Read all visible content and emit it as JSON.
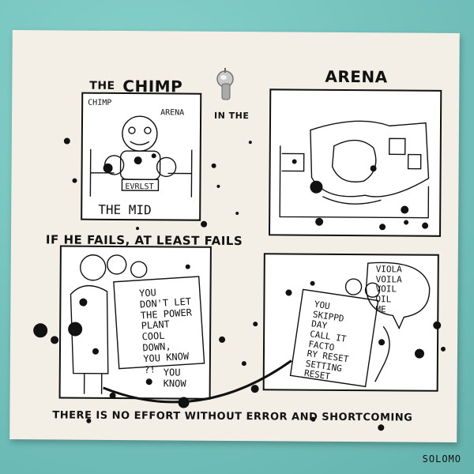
{
  "photo": {
    "paper": {
      "heading_the": "THE",
      "heading_chimp": "CHIMP",
      "heading_in_the": "IN THE",
      "heading_arena": "ARENA",
      "heading_fails": "IF HE FAILS, AT LEAST FAILS",
      "footer": "THERE IS NO EFFORT WITHOUT ERROR AND SHORTCOMING"
    },
    "panel1": {
      "label_chimp": "CHIMP",
      "label_arena": "ARENA",
      "belt": "EVRLST",
      "bottom_text": "THE MID"
    },
    "panel3": {
      "sign_text": "YOU\nDON'T LET\nTHE POWER\nPLANT\nCOOL\nDOWN,\nYOU KNOW\n?!",
      "bubble_text": "YOU\nKNOW"
    },
    "panel4": {
      "bubble_text": "VIOLA\nVOILA\nVOIL\nOIL\nME",
      "sign_text": "YOU\nSKIPPD\nDAY\nCALL IT\nFACTO\nRY RESET\nSETTING\nRESET"
    },
    "signature": "SOLOMO"
  }
}
